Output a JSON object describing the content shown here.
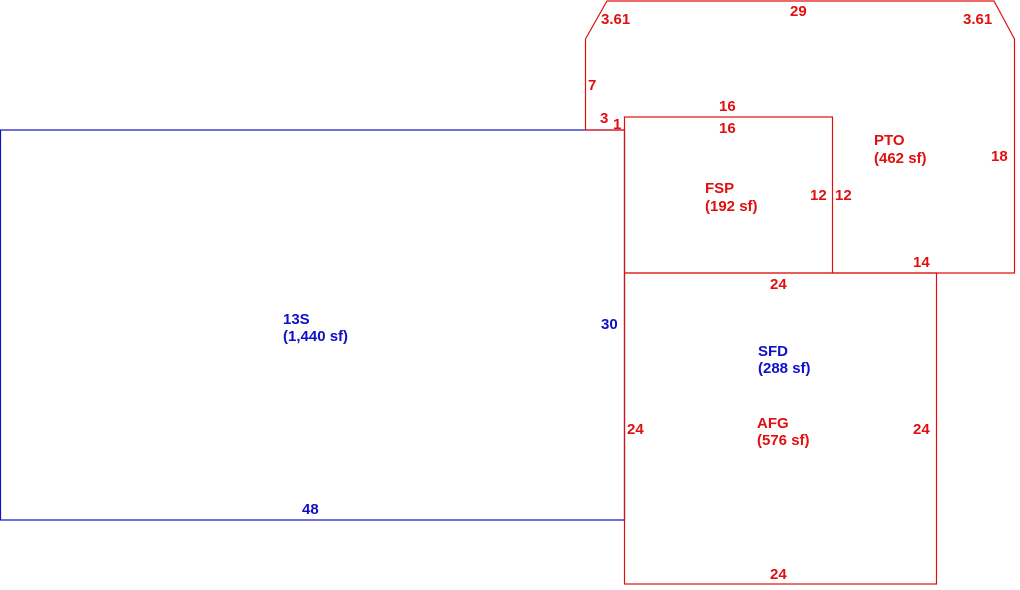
{
  "colors": {
    "blue": "#1010c8",
    "red": "#e01010",
    "background": "#ffffff"
  },
  "areas": {
    "main_13s": {
      "code": "13S",
      "area": "(1,440 sf)"
    },
    "sfd": {
      "code": "SFD",
      "area": "(288 sf)"
    },
    "afg": {
      "code": "AFG",
      "area": "(576 sf)"
    },
    "fsp": {
      "code": "FSP",
      "area": "(192 sf)"
    },
    "pto": {
      "code": "PTO",
      "area": "(462 sf)"
    }
  },
  "dimensions": {
    "main_bottom": "48",
    "main_right": "30",
    "afg_left": "24",
    "afg_right": "24",
    "afg_top": "24",
    "afg_bottom": "24",
    "fsp_top_outer": "16",
    "fsp_top_inner": "16",
    "fsp_right_inner": "12",
    "fsp_right_outer": "12",
    "pto_top": "29",
    "pto_chamfer_left": "3.61",
    "pto_chamfer_right": "3.61",
    "pto_left": "7",
    "pto_step_3": "3",
    "pto_step_1": "1",
    "pto_right": "18",
    "pto_bottom": "14"
  }
}
